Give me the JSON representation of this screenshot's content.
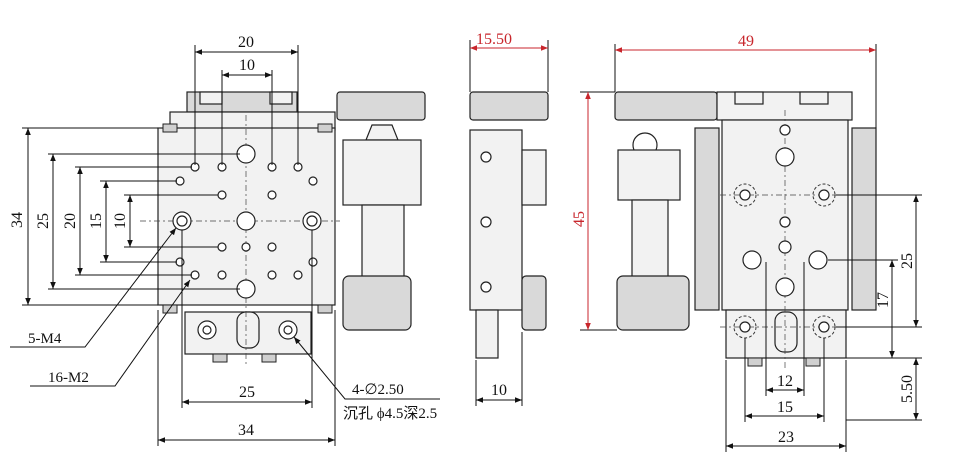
{
  "colors": {
    "primary_dim": "#111111",
    "overall_dim": "#c8262c",
    "part_fill": "#f2f2f2"
  },
  "front_view": {
    "top_dims": {
      "outer": "20",
      "inner": "10"
    },
    "left_dims": {
      "d34": "34",
      "d25": "25",
      "d20": "20",
      "d15": "15",
      "d10": "10"
    },
    "bottom_dims": {
      "d25": "25",
      "d34": "34"
    },
    "callouts": {
      "m4": "5-M4",
      "m2": "16-M2",
      "through_hole": "4-∅2.50",
      "counterbore": "沉孔 ϕ4.5深2.5"
    }
  },
  "side_view": {
    "top_dim": "15.50",
    "bottom_dim": "10"
  },
  "right_view": {
    "width_dim": "49",
    "height_dim": "45",
    "right_dims": {
      "d25": "25",
      "d17": "17",
      "d550": "5.50"
    },
    "bottom_dims": {
      "d12": "12",
      "d15": "15",
      "d23": "23"
    }
  }
}
